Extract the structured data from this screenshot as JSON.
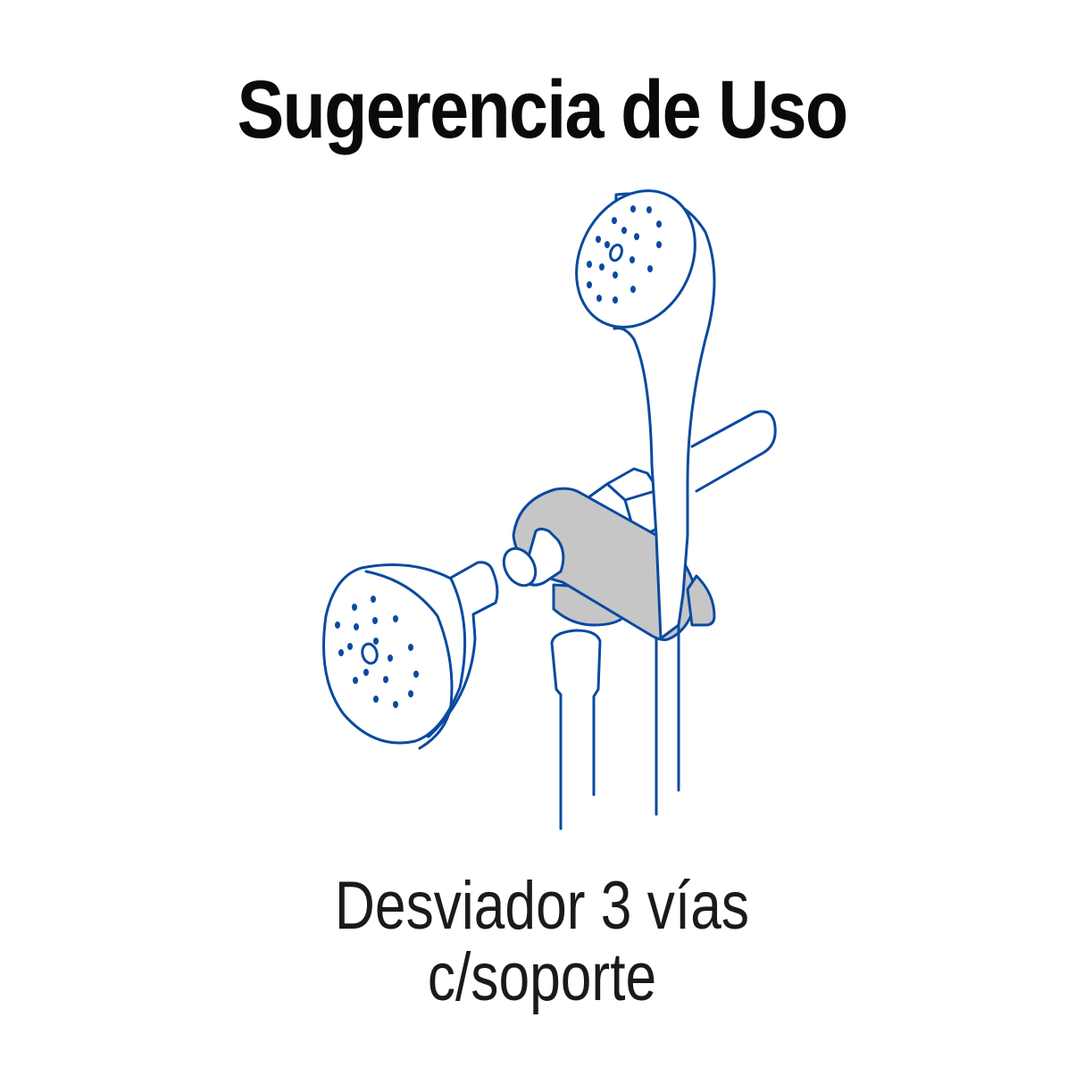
{
  "title": "Sugerencia de Uso",
  "caption": {
    "line1": "Desviador 3 vías",
    "line2": "c/soporte"
  },
  "illustration": {
    "subject": "shower-diverter-with-handheld-and-fixed-shower-heads",
    "stroke_color": "#0a4aa0",
    "fill_color": "#c6c6c6",
    "background": "#ffffff"
  }
}
